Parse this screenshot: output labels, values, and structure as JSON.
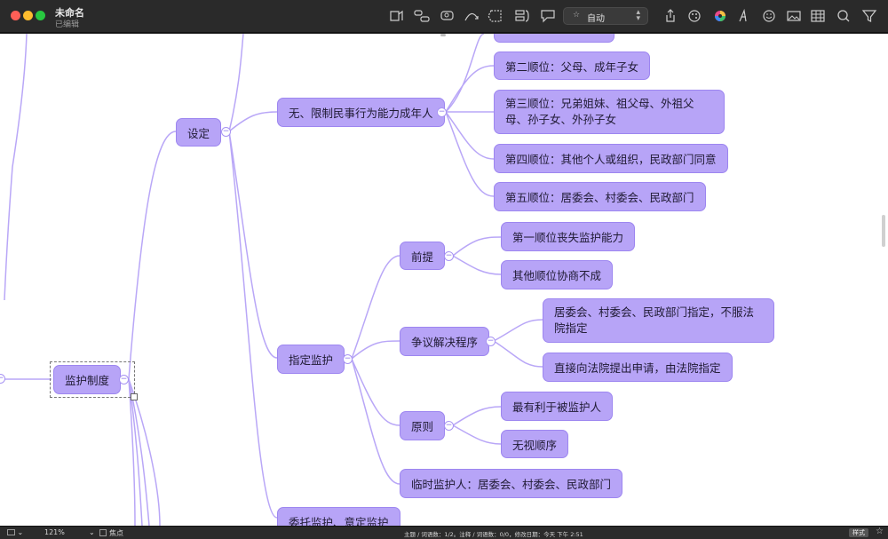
{
  "window": {
    "title": "未命名",
    "subtitle": "已编辑"
  },
  "toolbar": {
    "icons": [
      "topic-icon",
      "subtopic-icon",
      "floating-topic-icon",
      "relationship-icon",
      "boundary-icon",
      "summary-icon",
      "callout-icon",
      "share-icon",
      "theme-icon",
      "color-wheel-icon",
      "text-style-icon",
      "emoji-icon",
      "image-icon",
      "table-icon",
      "search-icon",
      "filter-icon"
    ],
    "layout_select": {
      "value": "自动",
      "prefix_icon": "sparkle-icon"
    },
    "accent_color": "#b7a4f7"
  },
  "mindmap": {
    "root": {
      "label": "监护制度"
    },
    "nodes": {
      "shezhi": "设定",
      "wuxian": "无、限制民事行为能力成年人",
      "shunwei2": "第二顺位：父母、成年子女",
      "shunwei3": "第三顺位：兄弟姐妹、祖父母、外祖父母、孙子女、外孙子女",
      "shunwei4": "第四顺位：其他个人或组织，民政部门同意",
      "shunwei5": "第五顺位：居委会、村委会、民政部门",
      "zhiding": "指定监护",
      "qianti": "前提",
      "qianti1": "第一顺位丧失监护能力",
      "qianti2": "其他顺位协商不成",
      "zhengyi": "争议解决程序",
      "zhengyi1": "居委会、村委会、民政部门指定，不服法院指定",
      "zhengyi2": "直接向法院提出申请，由法院指定",
      "yuanze": "原则",
      "yuanze1": "最有利于被监护人",
      "yuanze2": "无视顺序",
      "linshi": "临时监护人：居委会、村委会、民政部门",
      "weituo": "委托监护、意定监护"
    }
  },
  "statusbar": {
    "zoom": "121%",
    "focus_label": "焦点",
    "stats": "主题 / 词语数：1/2。注释 / 词语数：0/0，修改日期：今天 下午 2:51",
    "style_button": "样式"
  }
}
